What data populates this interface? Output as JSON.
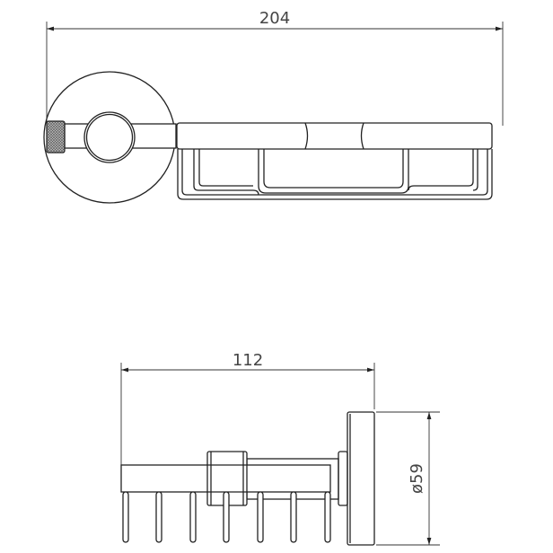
{
  "top_view": {
    "overall_length_dimension": "204"
  },
  "side_view": {
    "depth_dimension": "112",
    "diameter_dimension": "ø59"
  },
  "colors": {
    "line": "#222222",
    "background": "#ffffff"
  }
}
